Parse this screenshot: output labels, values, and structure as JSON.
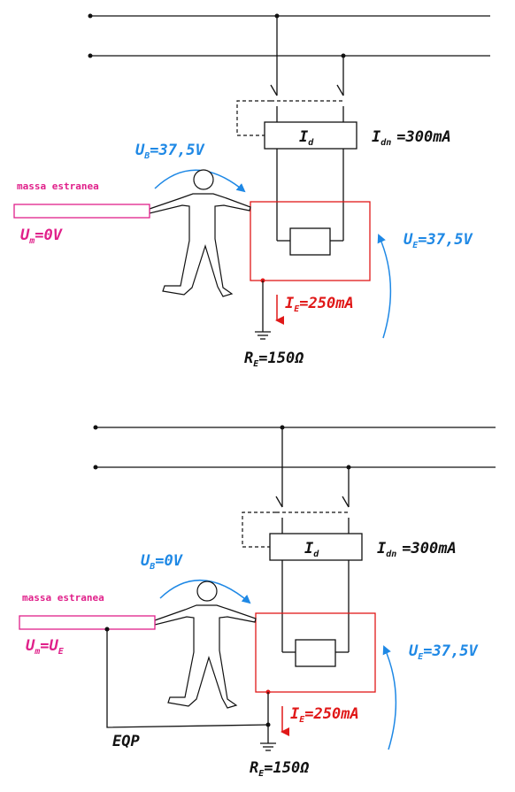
{
  "top": {
    "id_label": "I",
    "id_sub": "d",
    "idn_label": "I",
    "idn_sub": "dn",
    "idn_value": "=300mA",
    "ub_label": "U",
    "ub_sub": "B",
    "ub_value": "=37,5V",
    "ue_label": "U",
    "ue_sub": "E",
    "ue_value": "=37,5V",
    "ie_label": "I",
    "ie_sub": "E",
    "ie_value": "=250mA",
    "re_label": "R",
    "re_sub": "E",
    "re_value": "=150Ω",
    "massa_label": "massa estranea",
    "um_label": "U",
    "um_sub": "m",
    "um_value": "=0V"
  },
  "bottom": {
    "id_label": "I",
    "id_sub": "d",
    "idn_label": "I",
    "idn_sub": "dn",
    "idn_value": "=300mA",
    "ub_label": "U",
    "ub_sub": "B",
    "ub_value": "=0V",
    "ue_label": "U",
    "ue_sub": "E",
    "ue_value": "=37,5V",
    "ie_label": "I",
    "ie_sub": "E",
    "ie_value": "=250mA",
    "re_label": "R",
    "re_sub": "E",
    "re_value": "=150Ω",
    "massa_label": "massa estranea",
    "um_label": "U",
    "um_sub": "m",
    "um_eq": "=U",
    "um_eq_sub": "E",
    "eqp_label": "EQP"
  },
  "colors": {
    "line": "#111111",
    "blue": "#1e88e5",
    "red": "#e01818",
    "pink": "#e0208a"
  }
}
